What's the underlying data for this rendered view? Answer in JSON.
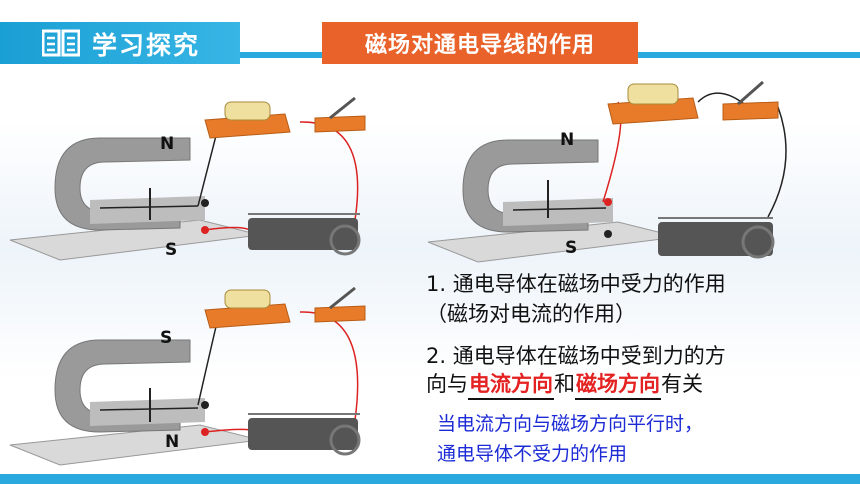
{
  "header": {
    "title": "学习探究",
    "topic": "磁场对通电导线的作用"
  },
  "apparatus": [
    {
      "top_pole": "N",
      "bottom_pole": "S"
    },
    {
      "top_pole": "N",
      "bottom_pole": "S"
    },
    {
      "top_pole": "S",
      "bottom_pole": "N"
    }
  ],
  "content": {
    "point1_line1": "1. 通电导体在磁场中受力的作用",
    "point1_line2": "（磁场对电流的作用）",
    "point2_line1": "2. 通电导体在磁场中受到力的方",
    "point2_prefix": "向与",
    "answer1": "电流方向",
    "connector": "和",
    "answer2": "磁场方向",
    "point2_suffix": "有关"
  },
  "note": {
    "line1": "当电流方向与磁场方向平行时，",
    "line2": "通电导体不受力的作用"
  },
  "colors": {
    "accent_blue": "#29a9dd",
    "topic_orange": "#e8622a",
    "answer_red": "#e52222",
    "note_blue": "#1c2bd6"
  }
}
